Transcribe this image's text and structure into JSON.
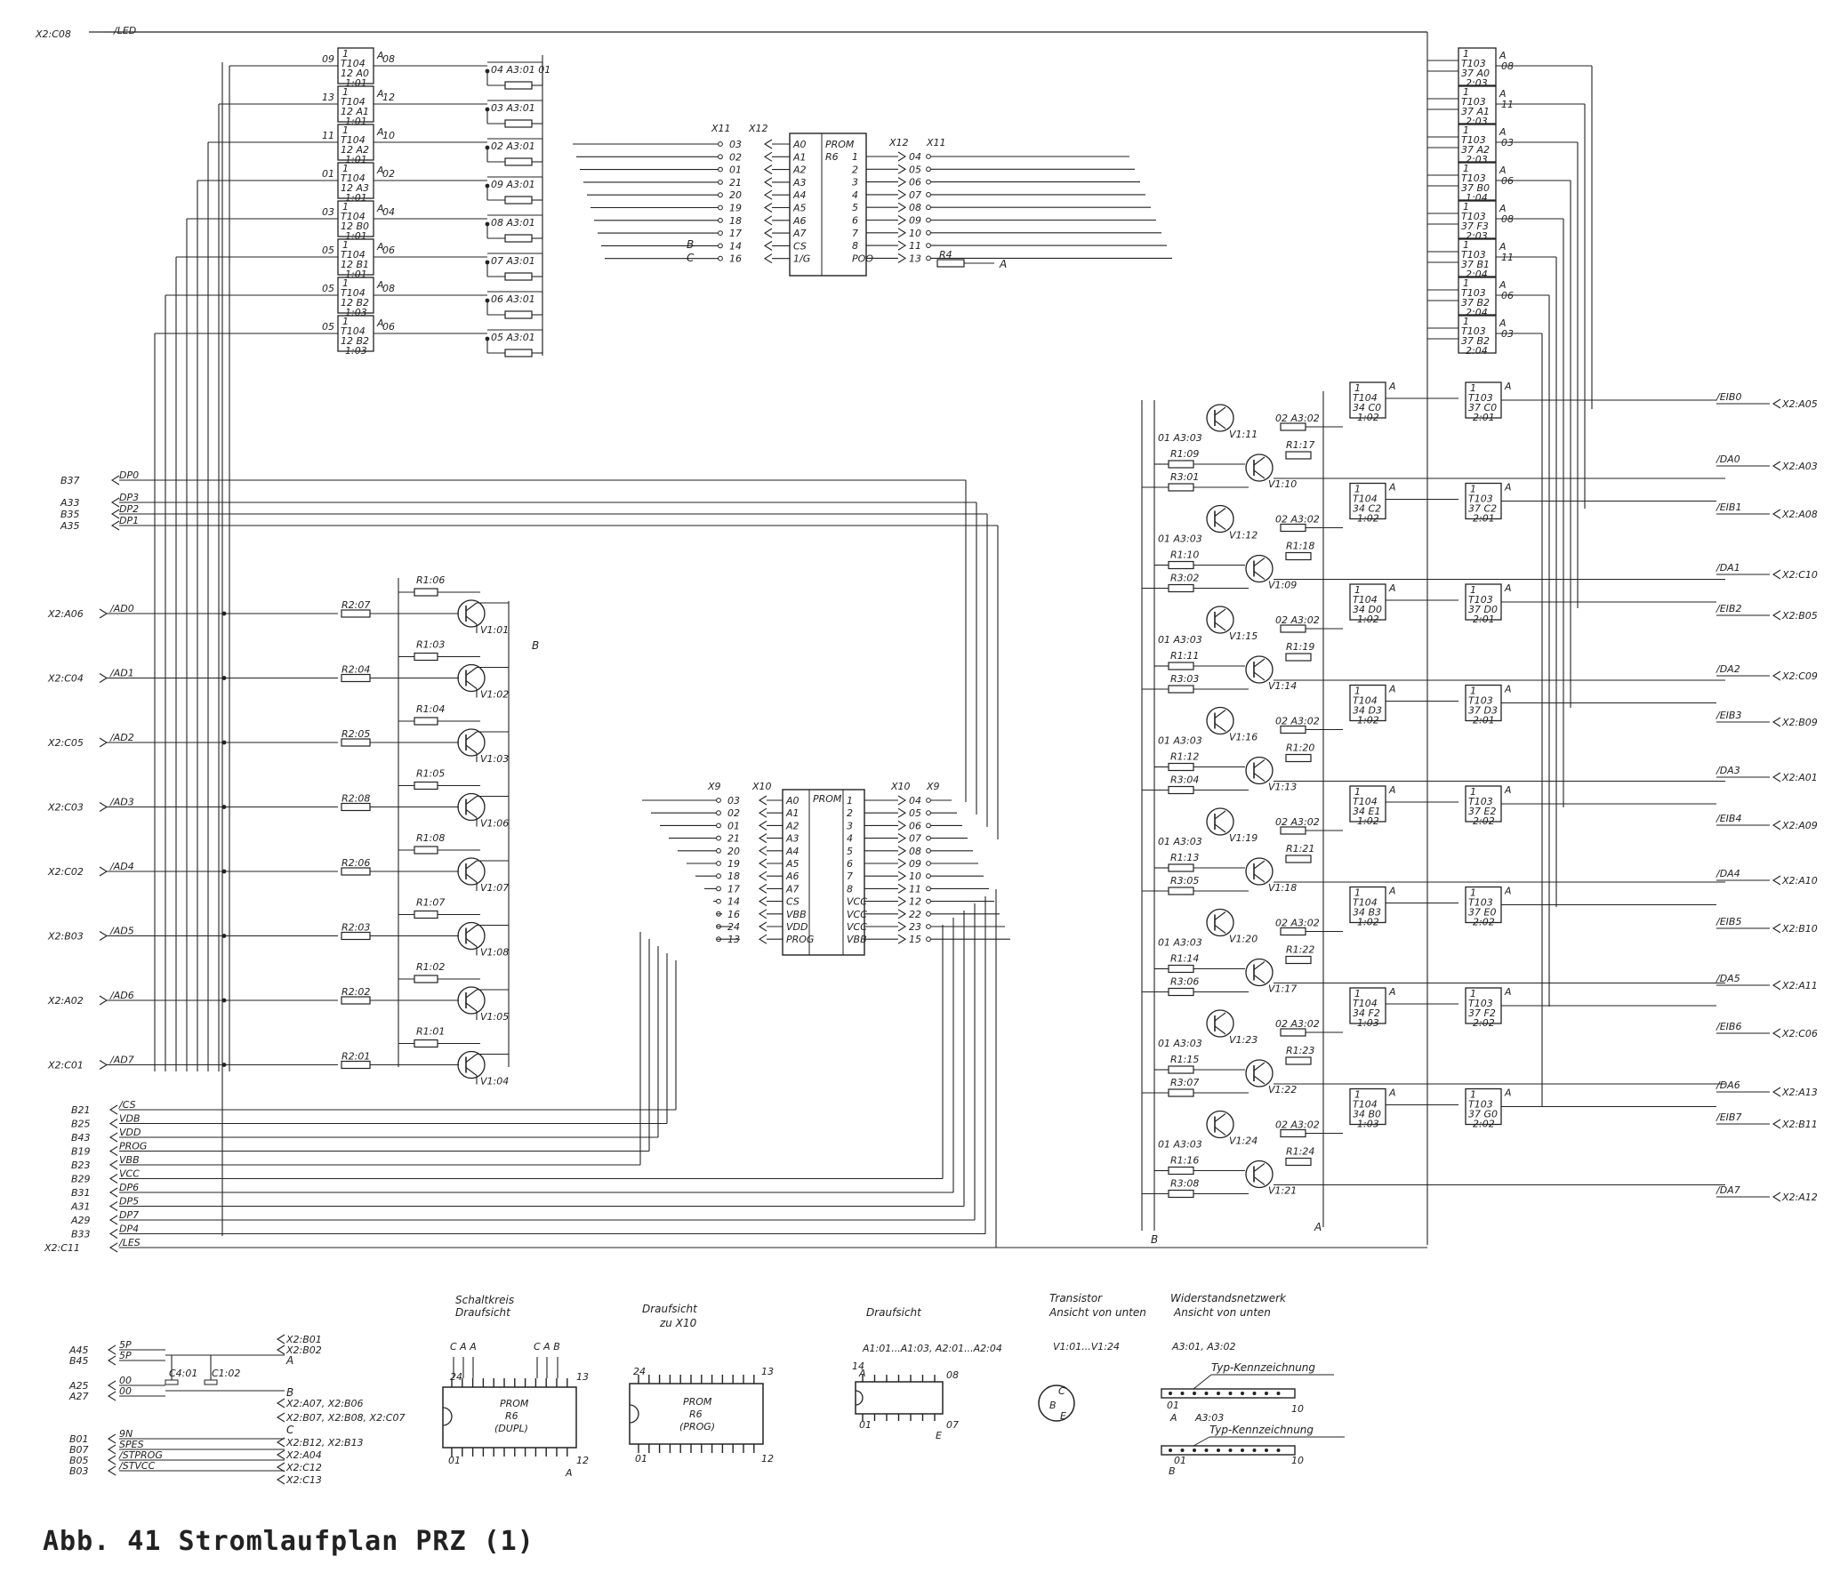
{
  "caption": "Abb. 41   Stromlaufplan PRZ (1)",
  "top_signal": {
    "connector": "X2:C08",
    "name": "/LED"
  },
  "prom_top": {
    "title": "PROM",
    "sub": "R6",
    "inputs": [
      "A0",
      "A1",
      "A2",
      "A3",
      "A4",
      "A5",
      "A6",
      "A7",
      "CS",
      "1/G"
    ],
    "outputs": [
      "1",
      "2",
      "3",
      "4",
      "5",
      "6",
      "7",
      "8",
      "POO"
    ]
  },
  "prom_mid": {
    "title": "PROM",
    "inputs": [
      "A0",
      "A1",
      "A2",
      "A3",
      "A4",
      "A5",
      "A6",
      "A7",
      "CS",
      "VBB",
      "VDD",
      "PROG"
    ],
    "outputs": [
      "1",
      "2",
      "3",
      "4",
      "5",
      "6",
      "7",
      "8",
      "VCC",
      "VCC",
      "VCC",
      "VBB"
    ]
  },
  "x_pins_left": [
    "03",
    "02",
    "01",
    "21",
    "20",
    "19",
    "18",
    "17",
    "14",
    "16"
  ],
  "x_pins_right": [
    "04",
    "05",
    "06",
    "07",
    "08",
    "09",
    "10",
    "11",
    "13"
  ],
  "x_pins_mid_left": [
    "03",
    "02",
    "01",
    "21",
    "20",
    "19",
    "18",
    "17",
    "14",
    "16",
    "24",
    "13"
  ],
  "x_pins_mid_right": [
    "04",
    "05",
    "06",
    "07",
    "08",
    "09",
    "10",
    "11",
    "12",
    "22",
    "23",
    "15"
  ],
  "gates_left": [
    {
      "name": "T104",
      "pos": "12 A0",
      "sheet": "1:01",
      "in": "09",
      "out": "08"
    },
    {
      "name": "T104",
      "pos": "12 A1",
      "sheet": "1:01",
      "in": "13",
      "out": "12"
    },
    {
      "name": "T104",
      "pos": "12 A2",
      "sheet": "1:01",
      "in": "11",
      "out": "10"
    },
    {
      "name": "T104",
      "pos": "12 A3",
      "sheet": "1:01",
      "in": "01",
      "out": "02"
    },
    {
      "name": "T104",
      "pos": "12 B0",
      "sheet": "1:01",
      "in": "03",
      "out": "04"
    },
    {
      "name": "T104",
      "pos": "12 B1",
      "sheet": "1:01",
      "in": "05",
      "out": "06"
    },
    {
      "name": "T104",
      "pos": "12 B2",
      "sheet": "1:03",
      "in": "05",
      "out": "08"
    },
    {
      "name": "T104",
      "pos": "12 B2",
      "sheet": "1:03",
      "in": "05",
      "out": "06"
    }
  ],
  "resistors_top": [
    "04 A3:01 01",
    "03 A3:01",
    "02 A3:01",
    "09 A3:01",
    "08 A3:01",
    "07 A3:01",
    "06 A3:01",
    "05 A3:01"
  ],
  "gates_right_top": [
    {
      "name": "T103",
      "pos": "37 A0",
      "sheet": "2:03",
      "out": "08"
    },
    {
      "name": "T103",
      "pos": "37 A1",
      "sheet": "2:03",
      "out": "11"
    },
    {
      "name": "T103",
      "pos": "37 A2",
      "sheet": "2:03",
      "out": "03"
    },
    {
      "name": "T103",
      "pos": "37 B0",
      "sheet": "1:04",
      "out": "06"
    },
    {
      "name": "T103",
      "pos": "37 F3",
      "sheet": "2:03",
      "out": "08"
    },
    {
      "name": "T103",
      "pos": "37 B1",
      "sheet": "2:04",
      "out": "11"
    },
    {
      "name": "T103",
      "pos": "37 B2",
      "sheet": "2:04",
      "out": "06"
    },
    {
      "name": "T103",
      "pos": "37 B2",
      "sheet": "2:04",
      "out": "03"
    }
  ],
  "left_bus_top": [
    {
      "pin": "B37",
      "name": "DP0"
    },
    {
      "pin": "A33",
      "name": "DP3"
    },
    {
      "pin": "B35",
      "name": "DP2"
    },
    {
      "pin": "A35",
      "name": "DP1"
    }
  ],
  "ad_inputs": [
    {
      "conn": "X2:A06",
      "name": "/AD0",
      "r2": "R2:07",
      "r1": "R1:06",
      "v": "V1:01"
    },
    {
      "conn": "X2:C04",
      "name": "/AD1",
      "r2": "R2:04",
      "r1": "R1:03",
      "v": "V1:02"
    },
    {
      "conn": "X2:C05",
      "name": "/AD2",
      "r2": "R2:05",
      "r1": "R1:04",
      "v": "V1:03"
    },
    {
      "conn": "X2:C03",
      "name": "/AD3",
      "r2": "R2:08",
      "r1": "R1:05",
      "v": "V1:06"
    },
    {
      "conn": "X2:C02",
      "name": "/AD4",
      "r2": "R2:06",
      "r1": "R1:08",
      "v": "V1:07"
    },
    {
      "conn": "X2:B03",
      "name": "/AD5",
      "r2": "R2:03",
      "r1": "R1:07",
      "v": "V1:08"
    },
    {
      "conn": "X2:A02",
      "name": "/AD6",
      "r2": "R2:02",
      "r1": "R1:02",
      "v": "V1:05"
    },
    {
      "conn": "X2:C01",
      "name": "/AD7",
      "r2": "R2:01",
      "r1": "R1:01",
      "v": "V1:04"
    }
  ],
  "bottom_bus": [
    {
      "pin": "B21",
      "name": "/CS"
    },
    {
      "pin": "B25",
      "name": "VDB"
    },
    {
      "pin": "B43",
      "name": "VDD"
    },
    {
      "pin": "B19",
      "name": "PROG"
    },
    {
      "pin": "B23",
      "name": "VBB"
    },
    {
      "pin": "B29",
      "name": "VCC"
    },
    {
      "pin": "B31",
      "name": "DP6"
    },
    {
      "pin": "A31",
      "name": "DP5"
    },
    {
      "pin": "A29",
      "name": "DP7"
    },
    {
      "pin": "B33",
      "name": "DP4"
    },
    {
      "pin": "X2:C11",
      "name": "/LES"
    }
  ],
  "right_outputs": [
    {
      "name": "/EIB0",
      "conn": "X2:A05"
    },
    {
      "name": "/DA0",
      "conn": "X2:A03"
    },
    {
      "name": "/EIB1",
      "conn": "X2:A08"
    },
    {
      "name": "/DA1",
      "conn": "X2:C10"
    },
    {
      "name": "/EIB2",
      "conn": "X2:B05"
    },
    {
      "name": "/DA2",
      "conn": "X2:C09"
    },
    {
      "name": "/EIB3",
      "conn": "X2:B09"
    },
    {
      "name": "/DA3",
      "conn": "X2:A01"
    },
    {
      "name": "/EIB4",
      "conn": "X2:A09"
    },
    {
      "name": "/DA4",
      "conn": "X2:A10"
    },
    {
      "name": "/EIB5",
      "conn": "X2:B10"
    },
    {
      "name": "/DA5",
      "conn": "X2:A11"
    },
    {
      "name": "/EIB6",
      "conn": "X2:C06"
    },
    {
      "name": "/DA6",
      "conn": "X2:A13"
    },
    {
      "name": "/EIB7",
      "conn": "X2:B11"
    },
    {
      "name": "/DA7",
      "conn": "X2:A12"
    }
  ],
  "driver_stages": [
    {
      "t1": "V1:11",
      "t2": "V1:10",
      "ra": "R1:09",
      "rb": "R3:01",
      "rc": "R1:17",
      "net": "A3:02",
      "g104": "34 C0",
      "g104s": "1:02",
      "g103": "37 C0",
      "g103s": "2:01"
    },
    {
      "t1": "V1:12",
      "t2": "V1:09",
      "ra": "R1:10",
      "rb": "R3:02",
      "rc": "R1:18",
      "net": "A3:02",
      "g104": "34 C2",
      "g104s": "1:02",
      "g103": "37 C2",
      "g103s": "2:01"
    },
    {
      "t1": "V1:15",
      "t2": "V1:14",
      "ra": "R1:11",
      "rb": "R3:03",
      "rc": "R1:19",
      "net": "A3:02",
      "g104": "34 D0",
      "g104s": "1:02",
      "g103": "37 D0",
      "g103s": "2:01"
    },
    {
      "t1": "V1:16",
      "t2": "V1:13",
      "ra": "R1:12",
      "rb": "R3:04",
      "rc": "R1:20",
      "net": "A3:02",
      "g104": "34 D3",
      "g104s": "1:02",
      "g103": "37 D3",
      "g103s": "2:01"
    },
    {
      "t1": "V1:19",
      "t2": "V1:18",
      "ra": "R1:13",
      "rb": "R3:05",
      "rc": "R1:21",
      "net": "A3:02",
      "g104": "34 E1",
      "g104s": "1:02",
      "g103": "37 E2",
      "g103s": "2:02"
    },
    {
      "t1": "V1:20",
      "t2": "V1:17",
      "ra": "R1:14",
      "rb": "R3:06",
      "rc": "R1:22",
      "net": "A3:02",
      "g104": "34 B3",
      "g104s": "1:02",
      "g103": "37 E0",
      "g103s": "2:02"
    },
    {
      "t1": "V1:23",
      "t2": "V1:22",
      "ra": "R1:15",
      "rb": "R3:07",
      "rc": "R1:23",
      "net": "A3:02",
      "g104": "34 F2",
      "g104s": "1:03",
      "g103": "37 F2",
      "g103s": "2:02"
    },
    {
      "t1": "V1:24",
      "t2": "V1:21",
      "ra": "R1:16",
      "rb": "R3:08",
      "rc": "R1:24",
      "net": "A3:02",
      "g104": "34 B0",
      "g104s": "1:03",
      "g103": "37 G0",
      "g103s": "2:02"
    }
  ],
  "power_block": {
    "rows_left": [
      {
        "pin": "A45",
        "name": "5P"
      },
      {
        "pin": "B45",
        "name": "5P"
      },
      {
        "pin": "A25",
        "name": "00"
      },
      {
        "pin": "A27",
        "name": "00"
      },
      {
        "pin": "B01",
        "name": "9N"
      },
      {
        "pin": "B07",
        "name": "SPES"
      },
      {
        "pin": "B05",
        "name": "/STPROG"
      },
      {
        "pin": "B03",
        "name": "/STVCC"
      }
    ],
    "caps": [
      "C4:01",
      "C1:02"
    ],
    "rows_right": [
      "X2:B01",
      "X2:B02",
      "A",
      "B",
      "X2:A07, X2:B06",
      "X2:B07, X2:B08, X2:C07",
      "C",
      "X2:B12, X2:B13",
      "X2:A04",
      "X2:C12",
      "X2:C13"
    ]
  },
  "legend": {
    "schaltkreis_title": "Schaltkreis",
    "schaltkreis_sub": "Draufsicht",
    "prom_dupl": [
      "PROM",
      "R6",
      "(DUPL)"
    ],
    "prom_dupl_pins": [
      "C A A",
      "C A B",
      "24",
      "13",
      "01",
      "12",
      "A"
    ],
    "draufsicht_x10_title": "Draufsicht",
    "draufsicht_x10_sub": "zu X10",
    "prom_prog": [
      "PROM",
      "R6",
      "(PROG)"
    ],
    "prom_prog_pins": [
      "24",
      "13",
      "01",
      "12"
    ],
    "draufsicht_title": "Draufsicht",
    "draufsicht_range": "A1:01...A1:03, A2:01...A2:04",
    "dip_pins": [
      "14",
      "A",
      "08",
      "01",
      "07",
      "E"
    ],
    "transistor_title": "Transistor",
    "transistor_sub": "Ansicht von unten",
    "transistor_range": "V1:01...V1:24",
    "transistor_pins": [
      "C",
      "B",
      "E"
    ],
    "netzwerk_title": "Widerstandsnetzwerk",
    "netzwerk_sub": "Ansicht von unten",
    "netzwerk_range": "A3:01, A3:02",
    "typ1": "Typ-Kennzeichnung",
    "typ2": "Typ-Kennzeichnung",
    "net_pins": [
      "01",
      "A",
      "10",
      "A3:03",
      "01",
      "B",
      "10"
    ]
  }
}
